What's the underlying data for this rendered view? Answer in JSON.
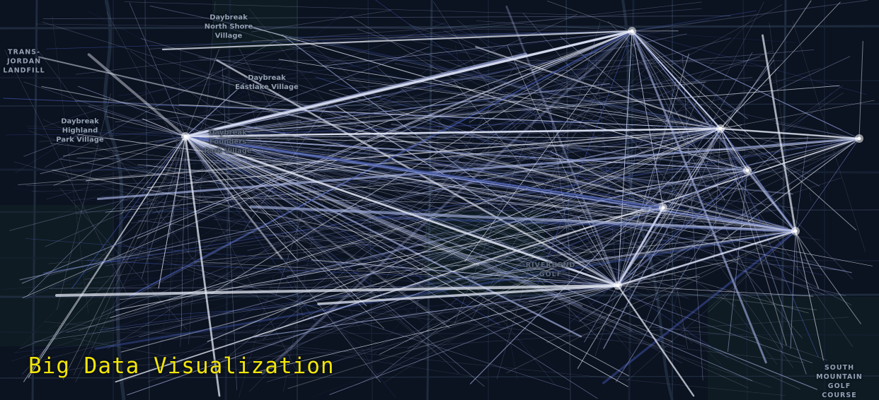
{
  "overlay_title": "Big Data Visualization",
  "colors": {
    "background": "#0b1220",
    "road_major": "#1e2b3d",
    "road_minor": "#152032",
    "park": "#0f1f24",
    "flow_light": "#e6e9f5",
    "flow_mid": "#9aa6d4",
    "flow_dark": "#3c4f9e",
    "title": "#f2e60a"
  },
  "map_labels": {
    "landfill": "TRANS-\nJORDAN\nLANDFILL",
    "north_shore": "Daybreak\nNorth Shore\nVillage",
    "eastlake": "Daybreak\nEastlake Village",
    "highland": "Daybreak\nHighland\nPark Village",
    "founders": "Daybreak\nFounders\nPark Village",
    "riverbend": "RIVERBEND\nGOLF",
    "south_mountain": "SOUTH\nMOUNTAIN\nGOLF COURSE"
  }
}
